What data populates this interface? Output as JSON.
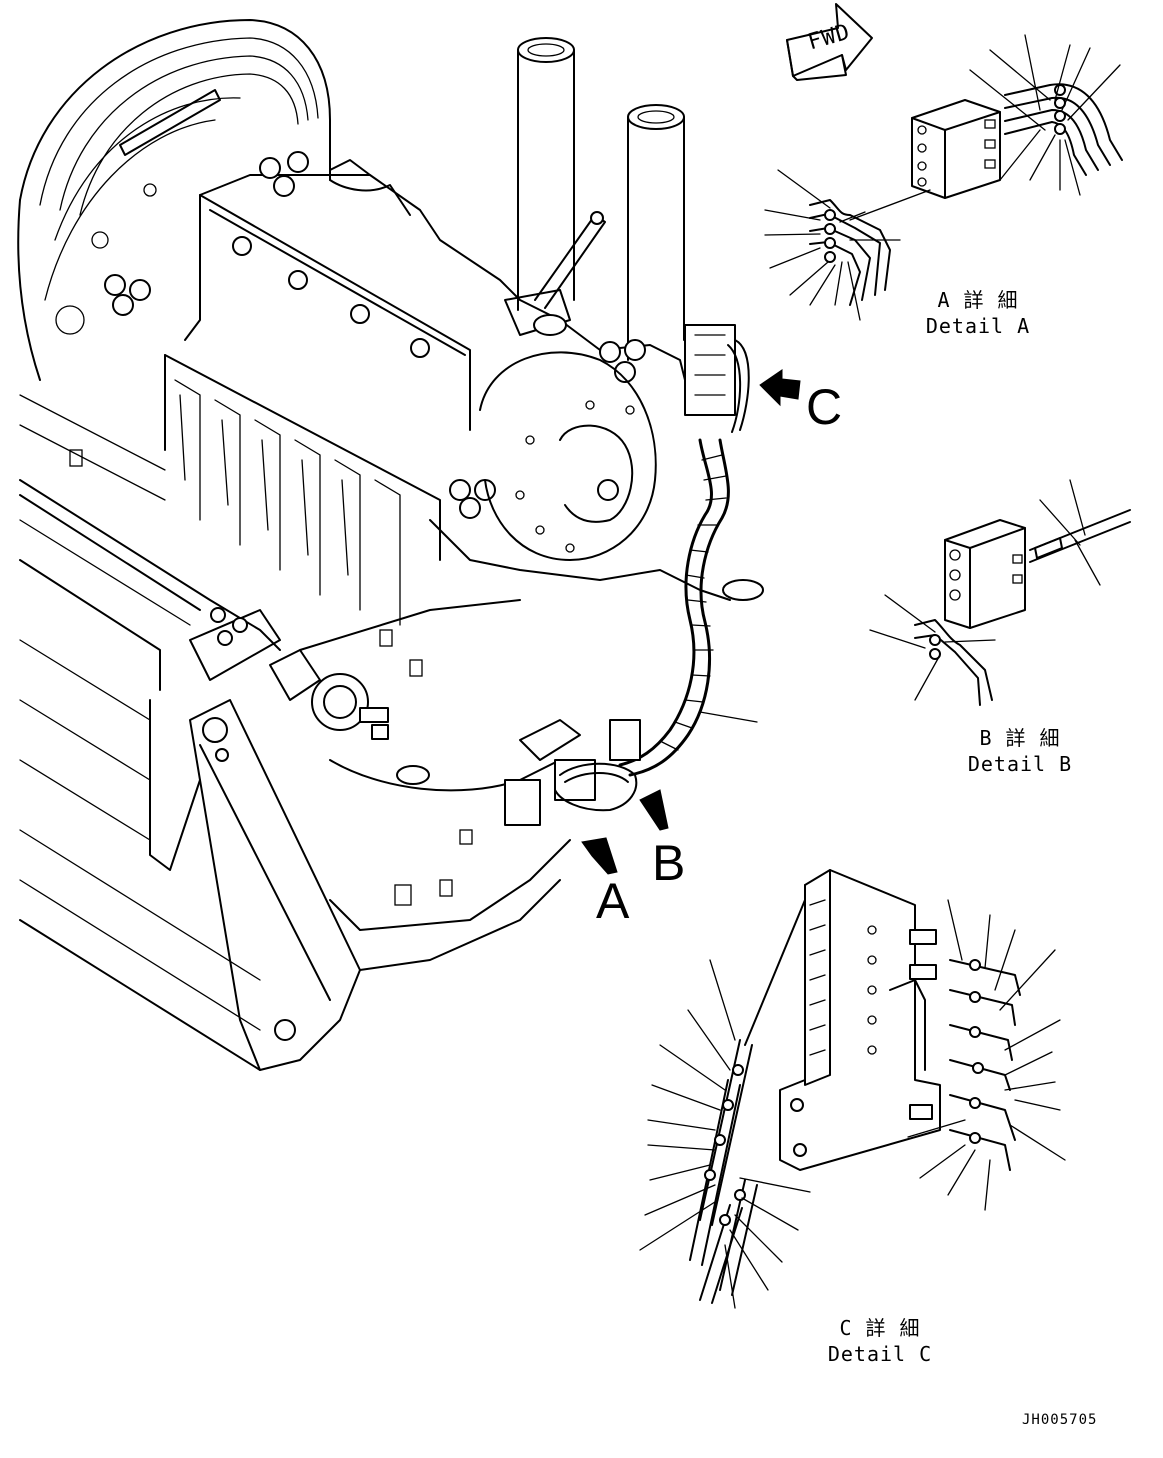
{
  "fwd_label": "FWD",
  "view_arrows": {
    "a": "A",
    "b": "B",
    "c": "C"
  },
  "details": {
    "a": {
      "jp": "A 詳 細",
      "en": "Detail A"
    },
    "b": {
      "jp": "B 詳 細",
      "en": "Detail B"
    },
    "c": {
      "jp": "C 詳 細",
      "en": "Detail C"
    }
  },
  "drawing_code": "JH005705"
}
